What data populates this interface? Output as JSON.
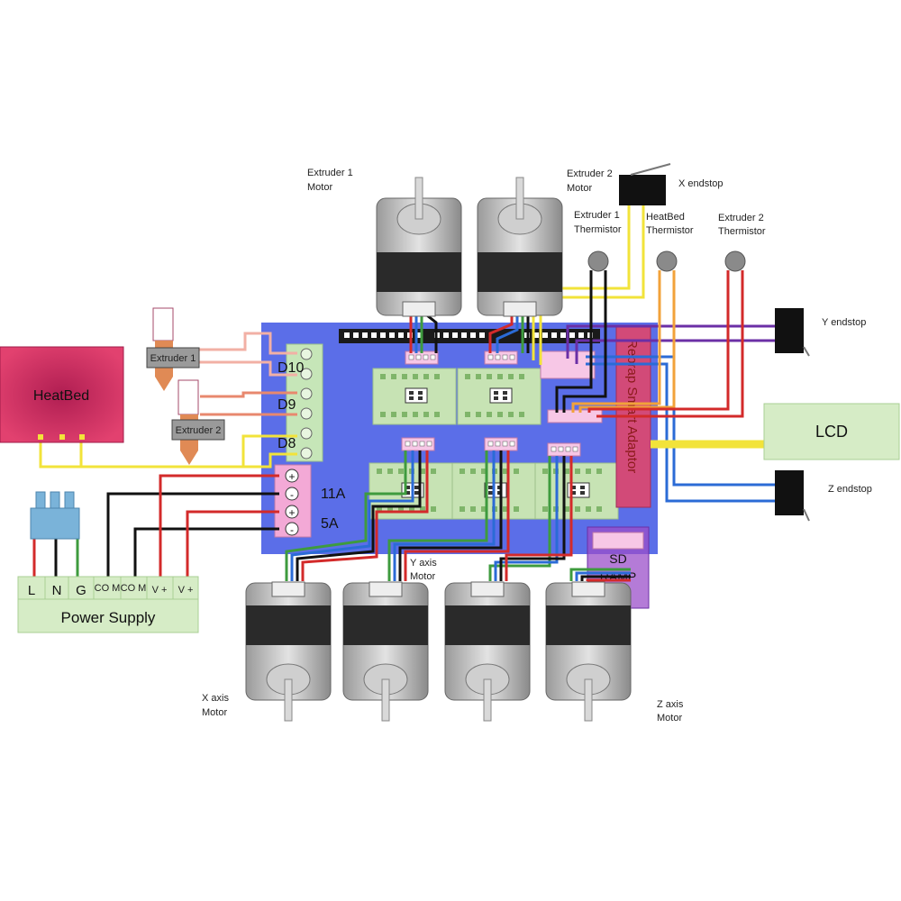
{
  "labels": {
    "extruder1_motor": [
      "Extruder 1",
      "Motor"
    ],
    "extruder2_motor": [
      "Extruder 2",
      "Motor"
    ],
    "x_endstop": "X endstop",
    "extruder1_thermistor": [
      "Extruder 1",
      "Thermistor"
    ],
    "heatbed_thermistor": [
      "HeatBed",
      "Thermistor"
    ],
    "extruder2_thermistor": [
      "Extruder 2",
      "Thermistor"
    ],
    "y_endstop": "Y endstop",
    "z_endstop": "Z endstop",
    "lcd": "LCD",
    "heatbed": "HeatBed",
    "extruder1_heater": "Extruder 1",
    "extruder2_heater": "Extruder 2",
    "d10": "D10",
    "d9": "D9",
    "d8": "D8",
    "a11": "11A",
    "a5": "5A",
    "smart_adapter": "Reprap Smart Adaptor",
    "sd_ramp": [
      "SD",
      "RAMP"
    ],
    "y_axis_motor": [
      "Y axis",
      "Motor"
    ],
    "x_axis_motor": [
      "X axis",
      "Motor"
    ],
    "z_axis_motor": [
      "Z axis",
      "Motor"
    ],
    "power_supply": "Power Supply",
    "psu_terminals": [
      "L",
      "N",
      "G",
      "CO M",
      "CO M",
      "V +",
      "V +"
    ],
    "plus": "+",
    "minus": "-"
  },
  "colors": {
    "board": "#5b6ee8",
    "heatbed": "#d8336a",
    "green_terminal": "#c6e6b8",
    "pink": "#f3a9d6",
    "purple": "#9b4fc9",
    "wire_red": "#d32a2a",
    "wire_black": "#111111",
    "wire_yellow": "#f2e33a",
    "wire_blue": "#2b6bd6",
    "wire_purple": "#6b2fa6"
  }
}
